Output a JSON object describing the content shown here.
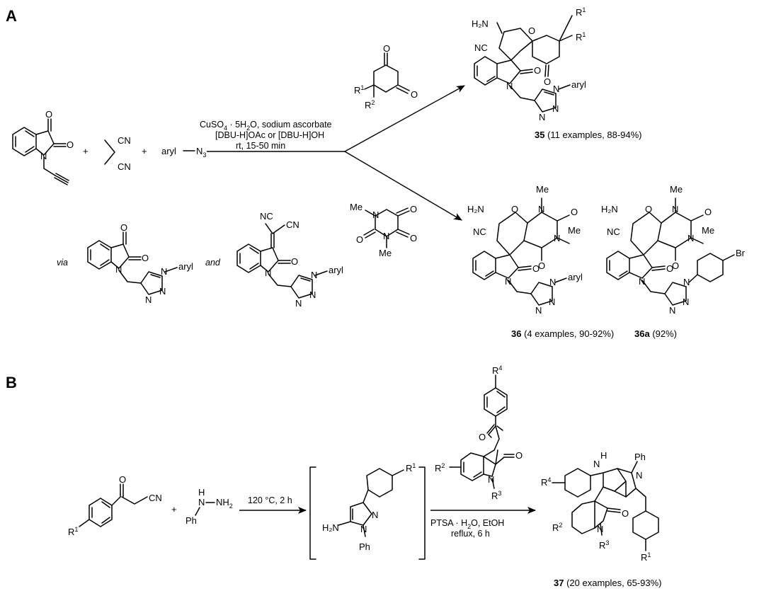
{
  "panels": {
    "a": {
      "label": "A"
    },
    "b": {
      "label": "B"
    }
  },
  "scheme_a": {
    "plus": "+",
    "reactant2": {
      "cn": "CN"
    },
    "reactant3": {
      "aryl": "aryl",
      "n3": "N",
      "n3_sub": "3"
    },
    "conditions": {
      "line1_a": "CuSO",
      "line1_sub": "4",
      "line1_b": " · 5H",
      "line1_sub2": "2",
      "line1_c": "O, sodium ascorbate",
      "line2": "[DBU-H]OAc or [DBU-H]OH",
      "line3": "rt, 15-50 min"
    },
    "via_word": "via",
    "and_word": "and",
    "dione_labels": {
      "r1": "R",
      "r1_sup": "1",
      "r2": "R",
      "r2_sup": "2"
    },
    "barbituric_labels": {
      "me": "Me"
    },
    "atoms": {
      "O": "O",
      "N": "N",
      "H2N": "H₂N",
      "NC": "NC",
      "Me": "Me",
      "Br": "Br",
      "aryl": "aryl",
      "R": "R",
      "sup1": "1"
    },
    "product35": {
      "num": "35",
      "rest": " (11 examples, 88-94%)"
    },
    "product36": {
      "num": "36",
      "rest": " (4 examples, 90-92%)"
    },
    "product36a": {
      "num": "36a",
      "rest": " (92%)"
    }
  },
  "scheme_b": {
    "plus": "+",
    "hydrazine": {
      "h1": "H",
      "n1": "N",
      "n2": "N",
      "h2": "H",
      "sub2": "2",
      "ph": "Ph"
    },
    "ketonitrile": {
      "cn": "CN",
      "r1": "R",
      "r1_sup": "1"
    },
    "step1": "120 °C, 2 h",
    "intermediate": {
      "h2n": "H₂N",
      "ph": "Ph",
      "r1": "R",
      "r1_sup": "1"
    },
    "chalcone": {
      "r4": "R",
      "r4_sup": "4",
      "r2": "R",
      "r2_sup": "2",
      "r3": "R",
      "r3_sup": "3"
    },
    "conditions": {
      "line1_a": "PTSA · H",
      "line1_sub": "2",
      "line1_b": "O, EtOH",
      "line2": "reflux, 6 h"
    },
    "atoms": {
      "O": "O",
      "N": "N",
      "H": "H",
      "Ph": "Ph"
    },
    "product37": {
      "num": "37",
      "rest": " (20 examples, 65-93%)",
      "r1": "R",
      "r2": "R",
      "r3": "R",
      "r4": "R",
      "s1": "1",
      "s2": "2",
      "s3": "3",
      "s4": "4"
    }
  }
}
